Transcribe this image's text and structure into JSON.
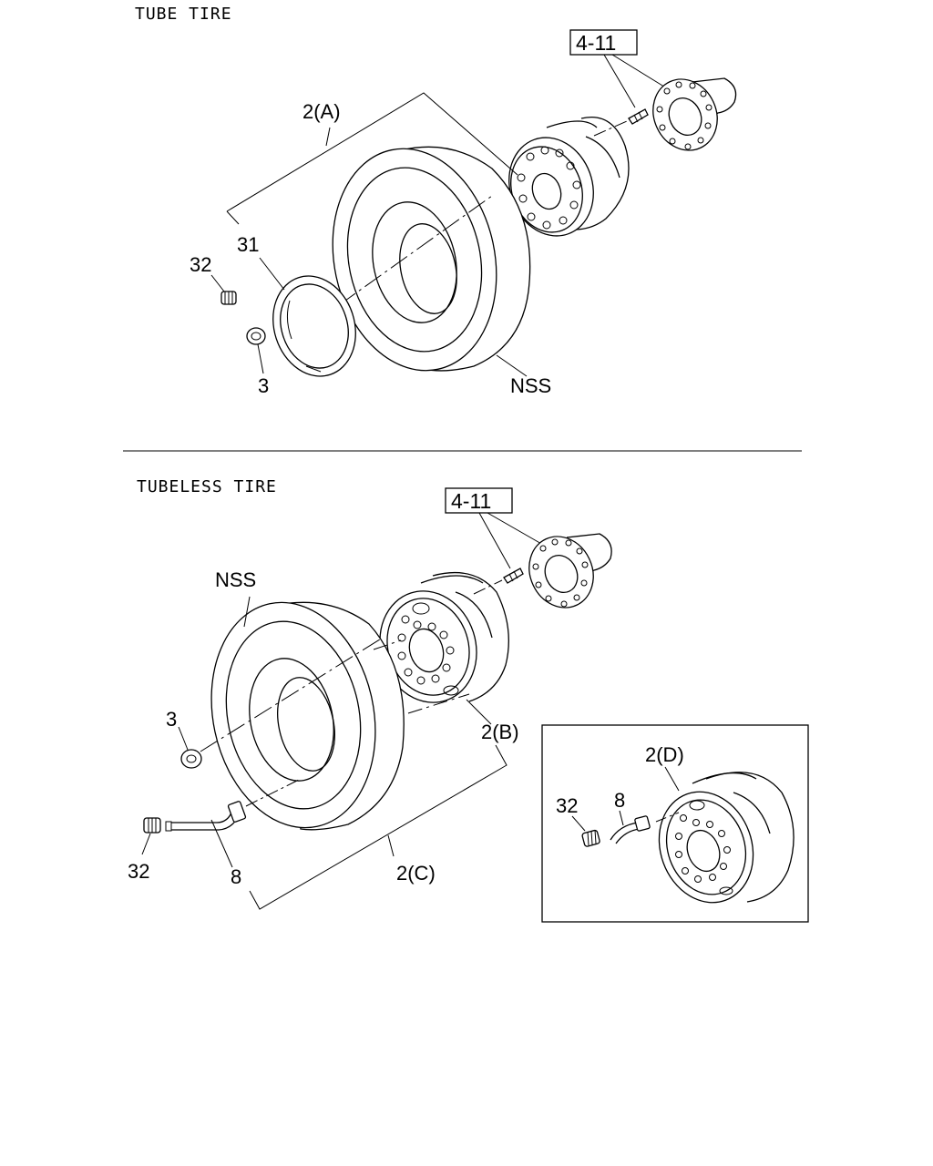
{
  "sections": {
    "tube": {
      "title": "TUBE TIRE",
      "ref": "4-11",
      "labels": {
        "tire_wheel": "2(A)",
        "flap": "31",
        "cap": "32",
        "nut": "3",
        "tire_nss": "NSS"
      }
    },
    "tubeless": {
      "title": "TUBELESS TIRE",
      "ref": "4-11",
      "labels": {
        "tire_nss": "NSS",
        "nut": "3",
        "wheel": "2(B)",
        "tire_wheel": "2(C)",
        "cap": "32",
        "valve": "8"
      },
      "inset": {
        "wheel": "2(D)",
        "cap": "32",
        "valve": "8"
      }
    }
  }
}
